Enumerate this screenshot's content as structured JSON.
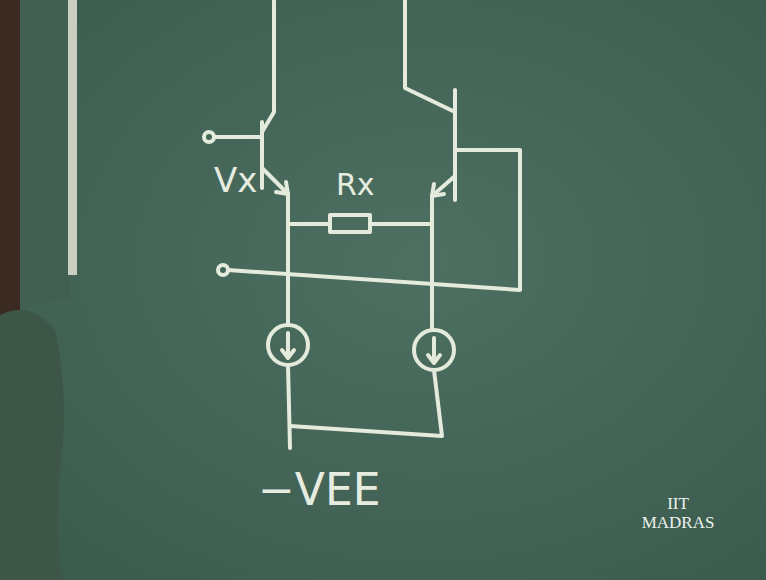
{
  "diagram": {
    "labels": [
      "Vx",
      "Rx",
      "−VEE",
      "IIT MADRAS"
    ]
  }
}
